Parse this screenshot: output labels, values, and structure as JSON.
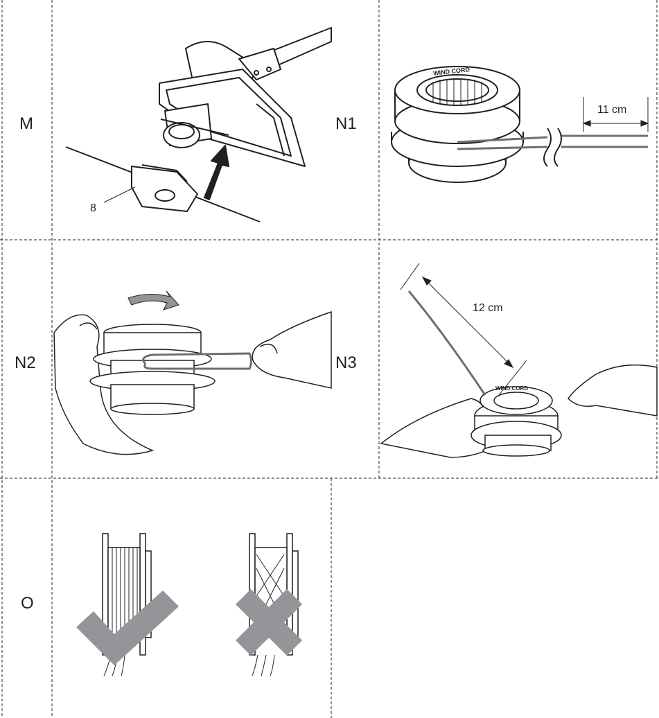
{
  "steps": {
    "M": {
      "label": "M",
      "callout": "8"
    },
    "N1": {
      "label": "N1",
      "measure": "11 cm",
      "spool_text": "WIND CORD"
    },
    "N2": {
      "label": "N2"
    },
    "N3": {
      "label": "N3",
      "measure": "12 cm",
      "spool_text": "WIND CORD"
    },
    "O": {
      "label": "O",
      "correct_icon": "check-icon",
      "incorrect_icon": "cross-icon"
    }
  },
  "colors": {
    "line": "#231f20",
    "cord": "#6d6e71",
    "mark": "#939598"
  }
}
